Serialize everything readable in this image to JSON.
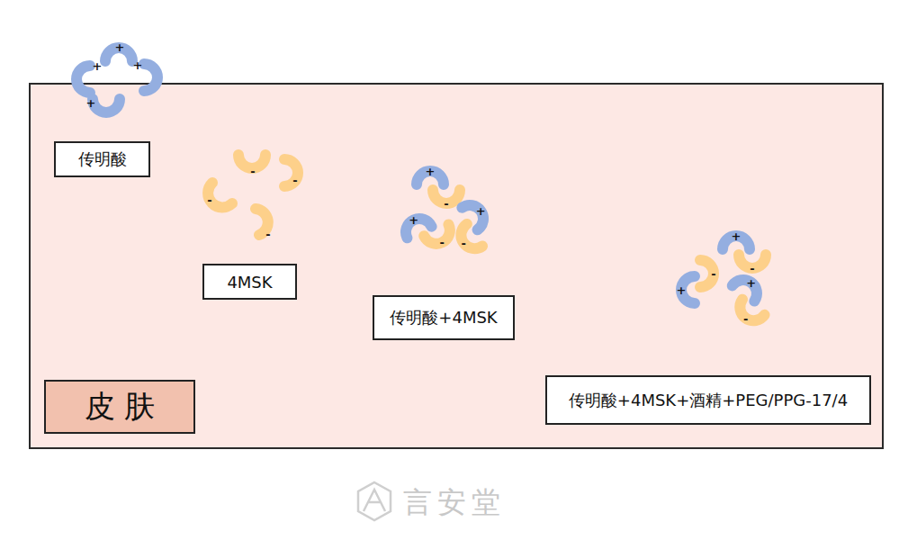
{
  "diagram": {
    "nodes": [
      {
        "text": [
          "传明酸"
        ]
      },
      {
        "text": [
          "4MSK"
        ]
      },
      {
        "text": [
          "传明酸+4MSK"
        ]
      },
      {
        "text": [
          "传明酸+4MSK+酒精+PEG/PPG-17/4"
        ]
      },
      {
        "text": [
          "皮 肤"
        ]
      }
    ],
    "labels": [
      "+",
      "+",
      "+",
      "+",
      "-",
      "-",
      "-",
      "-",
      "+",
      "-",
      "+",
      "-",
      "+",
      "-",
      "+",
      "-",
      "+",
      "-",
      "+",
      "-",
      "言安堂"
    ]
  }
}
